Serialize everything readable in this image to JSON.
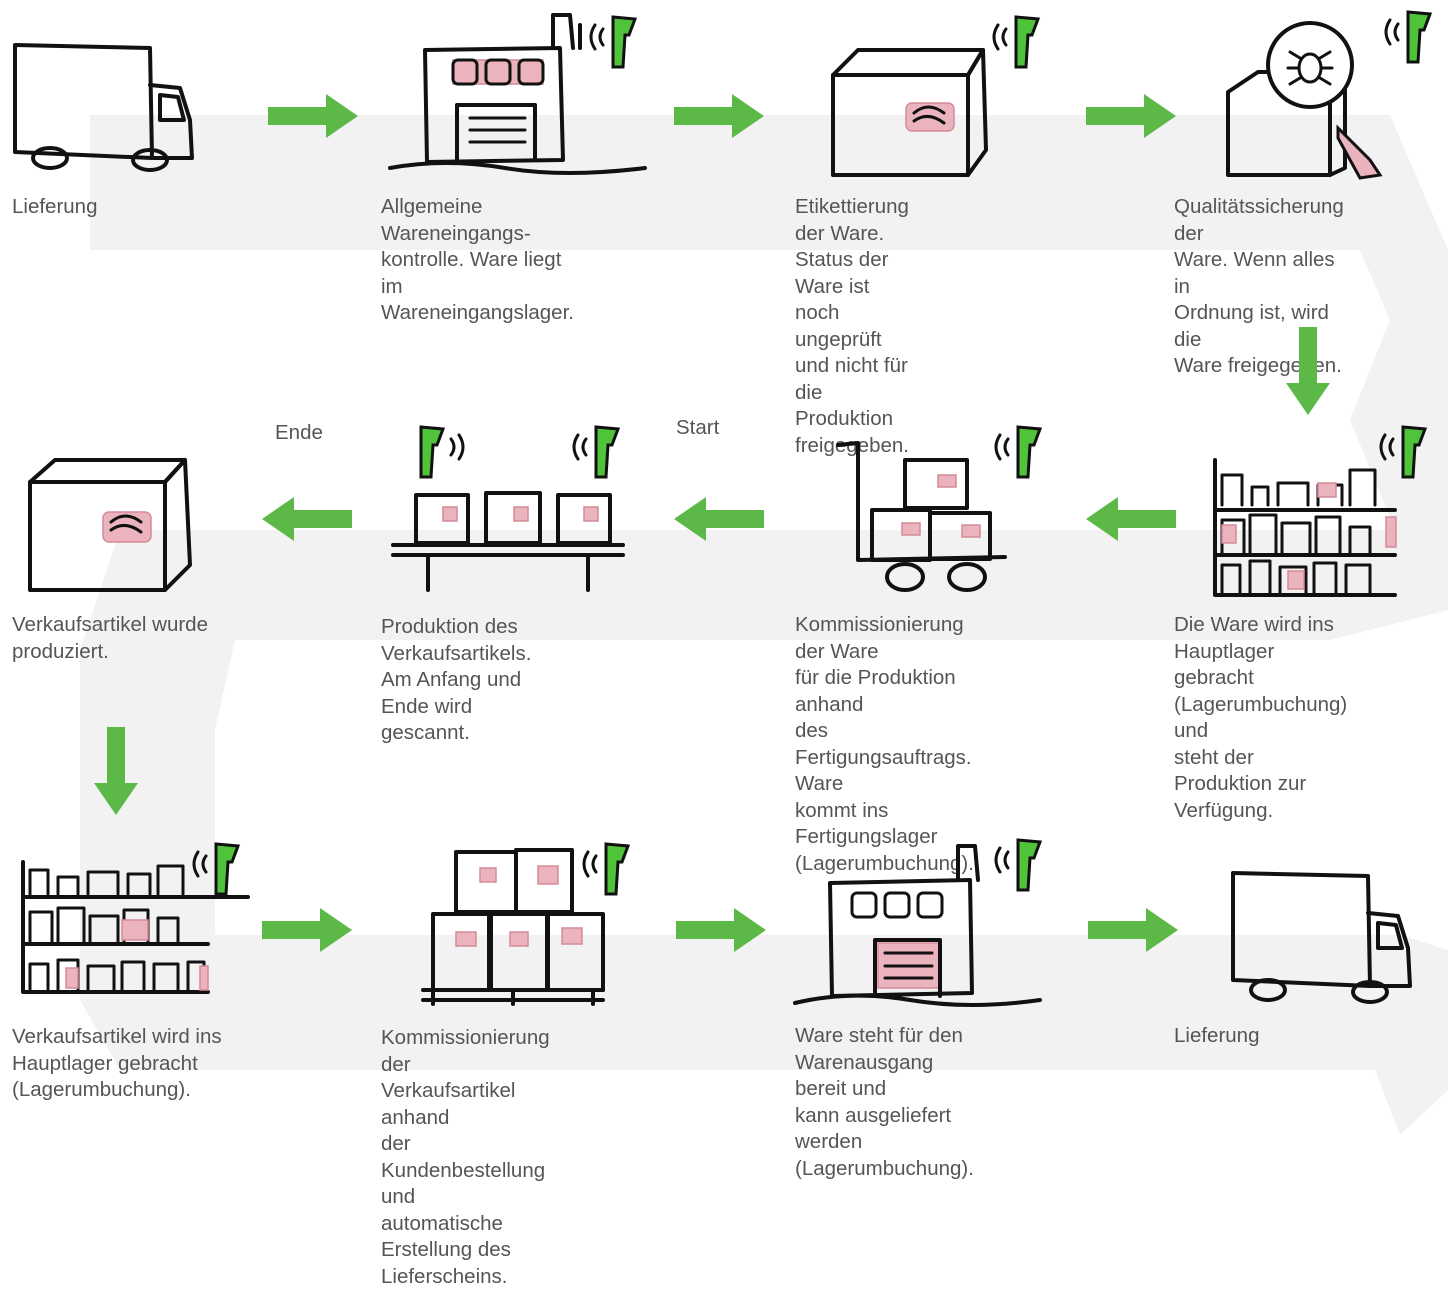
{
  "colors": {
    "arrow": "#5cb948",
    "scanner": "#4fc43a",
    "backdrop": "#f2f2f2",
    "label": "#eab3bd",
    "text": "#555555"
  },
  "steps": [
    {
      "id": "delivery-in",
      "icon": "truck-icon",
      "caption": "Lieferung"
    },
    {
      "id": "incoming-inspection",
      "icon": "factory-icon",
      "caption": "Allgemeine Wareneingangs-\nkontrolle. Ware liegt im\nWareneingangslager."
    },
    {
      "id": "labeling",
      "icon": "box-icon",
      "caption": "Etikettierung der Ware.\nStatus der Ware ist noch\nungeprüft und nicht für die\nProduktion freigegeben."
    },
    {
      "id": "quality-assurance",
      "icon": "magnifier-bug-icon",
      "caption": "Qualitätssicherung der\nWare. Wenn alles in\nOrdnung ist, wird die\nWare freigegeben."
    },
    {
      "id": "main-warehouse",
      "icon": "shelf-icon",
      "caption": "Die Ware wird ins\nHauptlager gebracht\n(Lagerumbuchung) und\nsteht der Produktion zur\nVerfügung."
    },
    {
      "id": "picking-production",
      "icon": "handtruck-icon",
      "caption": "Kommissionierung der Ware\nfür die Produktion anhand\ndes Fertigungsauftrags. Ware\nkommt ins Fertigungslager\n(Lagerumbuchung)."
    },
    {
      "id": "production",
      "icon": "conveyor-icon",
      "caption": "Produktion des Verkaufsartikels.\nAm Anfang und Ende wird\ngescannt."
    },
    {
      "id": "product-done",
      "icon": "box-icon",
      "caption": "Verkaufsartikel wurde\nproduziert."
    },
    {
      "id": "product-warehouse",
      "icon": "shelf-icon",
      "caption": "Verkaufsartikel wird ins\nHauptlager gebracht\n(Lagerumbuchung)."
    },
    {
      "id": "picking-customer",
      "icon": "pallet-icon",
      "caption": "Kommissionierung der\nVerkaufsartikel anhand\nder Kundenbestellung und\nautomatische Erstellung des\nLieferscheins."
    },
    {
      "id": "goods-out",
      "icon": "factory-icon",
      "caption": "Ware steht für den\nWarenausgang bereit und\nkann ausgeliefert werden\n(Lagerumbuchung)."
    },
    {
      "id": "delivery-out",
      "icon": "truck-icon",
      "caption": "Lieferung"
    }
  ],
  "tags": {
    "start": "Start",
    "end": "Ende"
  }
}
